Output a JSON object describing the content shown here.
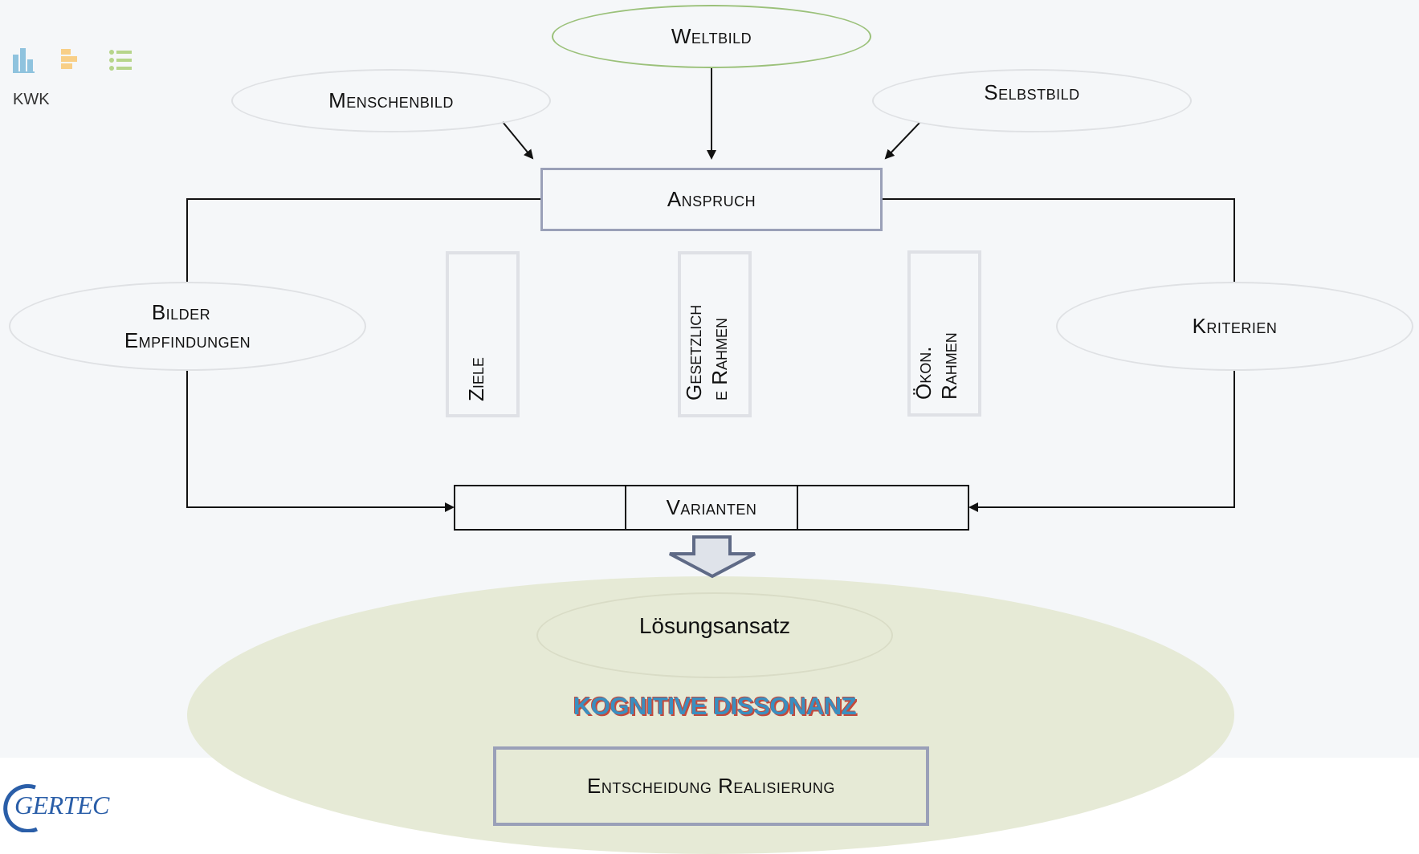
{
  "toolbar": {
    "icons": [
      "bar-chart-icon",
      "bar-chart-horizontal-icon",
      "list-icon"
    ],
    "label": "KWK"
  },
  "nodes": {
    "weltbild": "Weltbild",
    "menschenbild": "Menschenbild",
    "selbstbild": "Selbstbild",
    "anspruch": "Anspruch",
    "bilder_line1": "Bilder",
    "bilder_line2": "Empfindungen",
    "kriterien": "Kriterien",
    "ziele": "Ziele",
    "gesetzlich_line1": "Gesetzlich",
    "gesetzlich_line2": "e Rahmen",
    "oekon_line1": "Ökon.",
    "oekon_line2": "Rahmen",
    "varianten": "Varianten",
    "loesungsansatz": "Lösungsansatz",
    "kognitive_dissonanz": "KOGNITIVE DISSONANZ",
    "entscheidung": "Entscheidung Realisierung"
  },
  "logo": {
    "text": "GERTEC"
  },
  "colors": {
    "background": "#f5f7f9",
    "box_border": "#9aa0b8",
    "green_ellipse": "#9bc17a",
    "dissonanz_text": "#3a8fc0",
    "dissonanz_shadow": "#c44a3c",
    "big_ellipse": "#e6ead6",
    "logo": "#2a5ea8"
  }
}
